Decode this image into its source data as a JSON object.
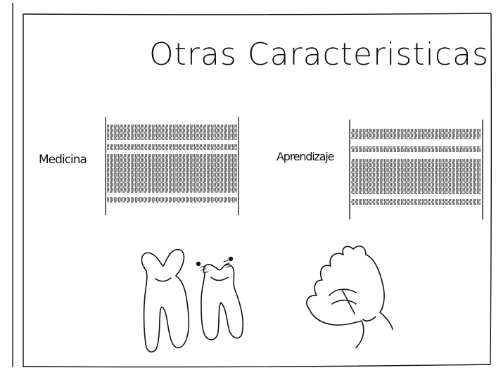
{
  "slide": {
    "title": "Otras Caracteristicas",
    "left_panel": {
      "label": "Medicina"
    },
    "right_panel": {
      "label": "Aprendizaje"
    }
  },
  "icons": {
    "left_drawing": "chromosomes-icon",
    "right_drawing": "brain-icon"
  },
  "colors": {
    "ink": "#111111",
    "background": "#ffffff"
  }
}
